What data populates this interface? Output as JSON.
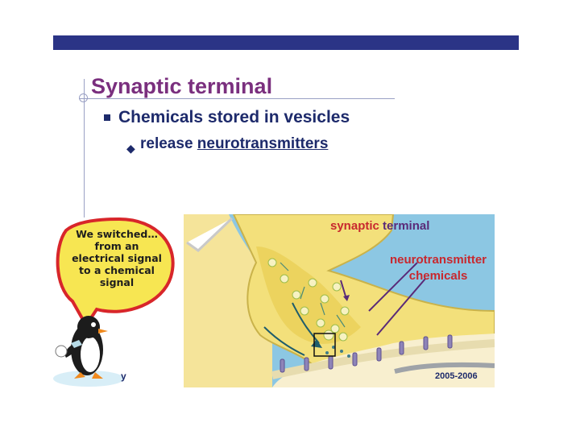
{
  "slide": {
    "title": "Synaptic terminal",
    "bullet_level1": "Chemicals stored in vesicles",
    "bullet_level2_prefix": "release ",
    "bullet_level2_underlined": "neurotransmitters",
    "footer_year": "2005-2006",
    "footer_letter": "y"
  },
  "diagram": {
    "label_synaptic_red": "synaptic",
    "label_terminal": " terminal",
    "label_neuro_line1": "neurotransmitter",
    "label_neuro_line2": "chemicals"
  },
  "speech_bubble": {
    "line1": "We switched…",
    "line2": "from an",
    "line3": "electrical signal",
    "line4": "to a chemical",
    "line5": "signal"
  },
  "colors": {
    "title": "#7a2f7e",
    "bar": "#2b3486",
    "body_text": "#1d2a6b",
    "accent_red": "#c8282e",
    "bubble_fill": "#f7e652",
    "bubble_border": "#d8262a"
  }
}
